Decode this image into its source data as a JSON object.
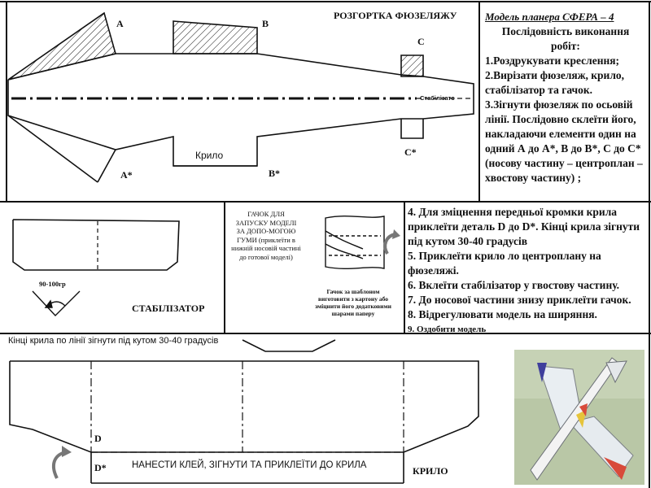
{
  "fuselage": {
    "title": "РОЗГОРТКА ФЮЗЕЛЯЖУ",
    "label_a": "A",
    "label_b": "B",
    "label_c": "C",
    "label_a_star": "A*",
    "label_b_star": "B*",
    "label_c_star": "C*",
    "wing_slot": "Крило",
    "stabilizer_slot": "Стабілізато"
  },
  "instructions_top": {
    "model": "Модель планера СФЕРА – 4",
    "heading": "Послідовність виконання робіт:",
    "steps": [
      "1.Роздрукувати креслення;",
      "2.Вирізати фюзеляж, крило, стабілізатор та гачок.",
      "3.Зігнути фюзеляж по осьовій лінії. Послідовно склеїти його, накладаючи елементи один на одний А до А*, В до В*, С до С* (носову частину – центроплан – хвостову частину) ;"
    ]
  },
  "stabilizer": {
    "angle": "90-100гр",
    "label": "СТАБІЛІЗАТОР"
  },
  "hook": {
    "text": "ГАЧОК ДЛЯ ЗАПУСКУ МОДЕЛІ ЗА ДОПО-МОГОЮ ГУМИ (приклеїти в нижній носовій частині до готової моделі)",
    "note": "Гачок за шаблоном виготовити з картону або зміцнити його додатковими шарами паперу"
  },
  "instructions_mid": {
    "steps": [
      "4. Для зміцнення передньої кромки крила приклеїти деталь D до D*. Кінці крила зігнути під кутом 30-40 градусів",
      "5. Приклеїти крило ло центроплану на фюзеляжі.",
      "6. Вклеїти стабілізатор у гвостову частину.",
      "7. До носової частини знизу приклеїти гачок.",
      "8. Відрегулювати модель на ширяння.",
      "9. Оздобити модель"
    ]
  },
  "wing": {
    "note": "Кінці крила по лінії зігнути під кутом 30-40 градусів",
    "label_d": "D",
    "label_d_star": "D*",
    "glue": "НАНЕСТИ КЛЕЙ, ЗІГНУТИ ТА ПРИКЛЕЇТИ ДО КРИЛА",
    "label": "КРИЛО"
  },
  "photo": {
    "icon": "glider-photo"
  }
}
